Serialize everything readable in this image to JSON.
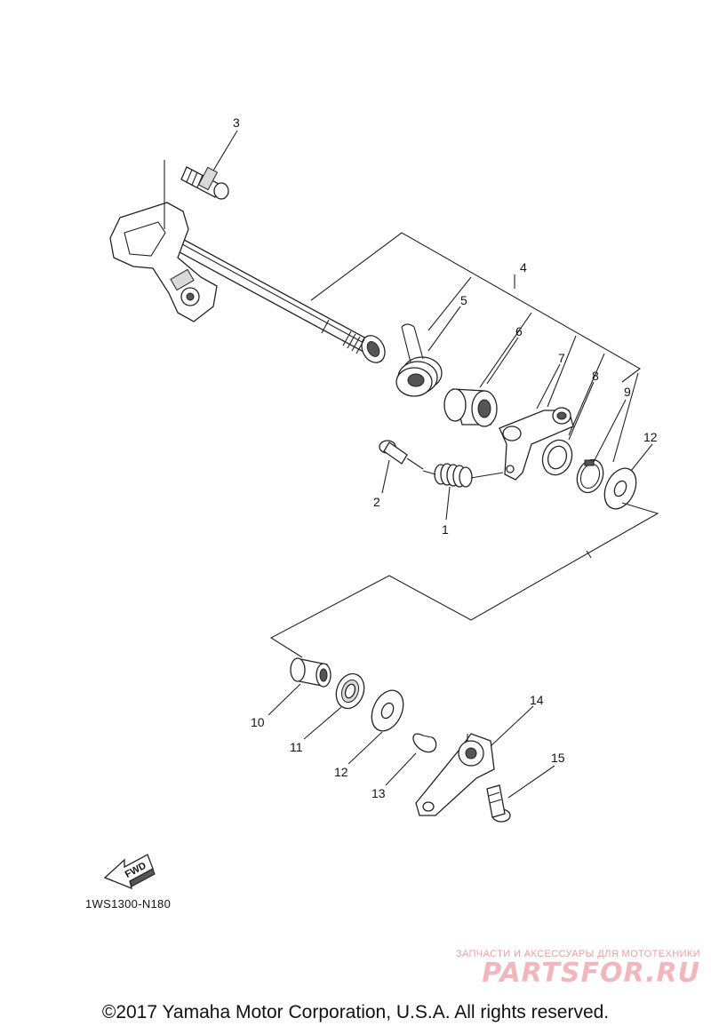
{
  "callouts": [
    "1",
    "2",
    "3",
    "4",
    "5",
    "6",
    "7",
    "8",
    "9",
    "10",
    "11",
    "12",
    "12",
    "13",
    "14",
    "15"
  ],
  "fwd_label": "FWD",
  "drawing_code": "1WS1300-N180",
  "copyright": "©2017 Yamaha Motor Corporation, U.S.A. All rights reserved.",
  "watermark": {
    "tagline": "ЗАПЧАСТИ И АКСЕССУАРЫ ДЛЯ МОТОТЕХНИКИ",
    "brand": "PARTSFOR.RU"
  }
}
